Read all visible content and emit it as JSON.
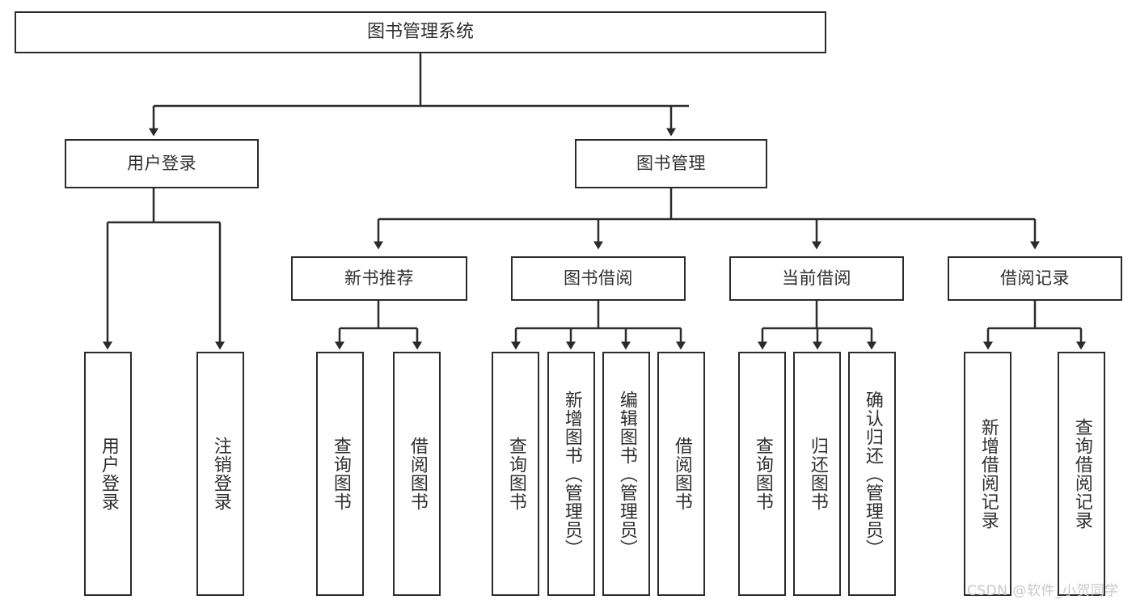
{
  "diagram": {
    "type": "tree",
    "title": "图书管理系统",
    "root": {
      "label": "图书管理系统"
    },
    "level2": [
      {
        "label": "用户登录"
      },
      {
        "label": "图书管理"
      }
    ],
    "level3": [
      {
        "label": "新书推荐"
      },
      {
        "label": "图书借阅"
      },
      {
        "label": "当前借阅"
      },
      {
        "label": "借阅记录"
      }
    ],
    "leaves": {
      "user_login": [
        {
          "label": "用户登录"
        },
        {
          "label": "注销登录"
        }
      ],
      "new_book_recommend": [
        {
          "label": "查询图书"
        },
        {
          "label": "借阅图书"
        }
      ],
      "book_borrow": [
        {
          "label": "查询图书"
        },
        {
          "label": "新增图书（管理员）"
        },
        {
          "label": "编辑图书（管理员）"
        },
        {
          "label": "借阅图书"
        }
      ],
      "current_borrow": [
        {
          "label": "查询图书"
        },
        {
          "label": "归还图书"
        },
        {
          "label": "确认归还（管理员）"
        }
      ],
      "borrow_record": [
        {
          "label": "新增借阅记录"
        },
        {
          "label": "查询借阅记录"
        }
      ]
    }
  },
  "watermark": {
    "text": "CSDN @软件_小贺同学"
  },
  "colors": {
    "stroke": "#2b2b2b",
    "text": "#2f2f2f",
    "background": "#ffffff",
    "watermark": "#c9c9c9"
  }
}
